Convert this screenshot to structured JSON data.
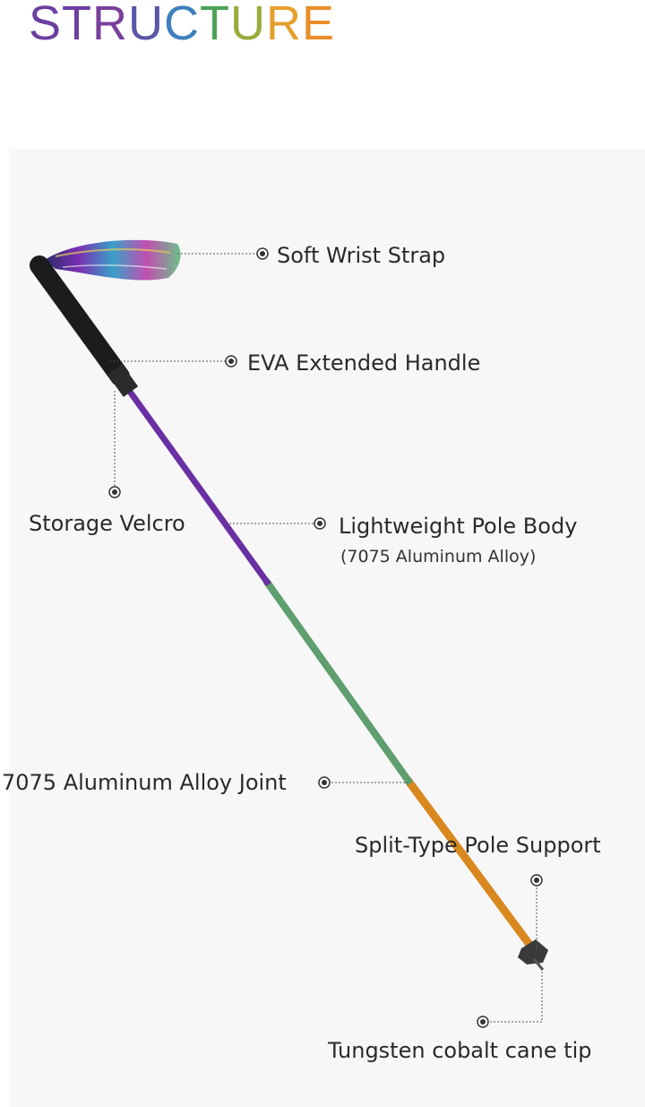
{
  "title": {
    "text": "STRUCTURE",
    "letter_colors": [
      "#6c3fa0",
      "#6c3fa0",
      "#7b3f9c",
      "#5a56a8",
      "#3e7fbe",
      "#4aa257",
      "#9aab3a",
      "#e4a02c",
      "#e88f2a"
    ]
  },
  "colors": {
    "panel_bg": "#f7f7f7",
    "leader_line": "#555555",
    "handle": "#1c1c1c",
    "pole_upper": "#6a2fa3",
    "pole_middle": "#5f9e6e",
    "pole_lower": "#d9881f",
    "tip": "#3a3a3a"
  },
  "labels": {
    "wrist_strap": "Soft Wrist Strap",
    "eva_handle": "EVA Extended Handle",
    "storage_velcro": "Storage Velcro",
    "pole_body": "Lightweight Pole Body",
    "pole_body_material": "(7075 Aluminum Alloy)",
    "alloy_joint": "7075 Aluminum Alloy Joint",
    "pole_support": "Split-Type Pole Support",
    "cane_tip": "Tungsten cobalt cane tip"
  }
}
